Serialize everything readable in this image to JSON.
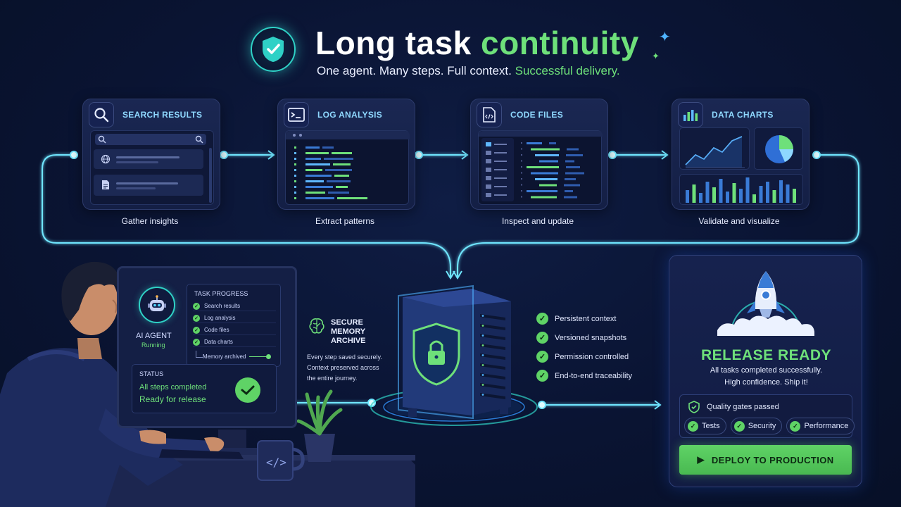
{
  "header": {
    "title_part1": "Long task",
    "title_part2": "continuity",
    "subtitle_part1": "One agent. Many steps. Full context.",
    "subtitle_part2": "Successful delivery."
  },
  "steps": [
    {
      "title": "SEARCH RESULTS",
      "caption": "Gather insights",
      "icon": "search-icon"
    },
    {
      "title": "LOG ANALYSIS",
      "caption": "Extract patterns",
      "icon": "terminal-icon"
    },
    {
      "title": "CODE FILES",
      "caption": "Inspect and update",
      "icon": "code-file-icon"
    },
    {
      "title": "DATA CHARTS",
      "caption": "Validate and visualize",
      "icon": "bar-chart-icon"
    }
  ],
  "agent": {
    "name": "AI AGENT",
    "state": "Running",
    "progress_title": "TASK PROGRESS",
    "progress_items": [
      "Search results",
      "Log analysis",
      "Code files",
      "Data charts"
    ],
    "archived_label": "Memory archived",
    "status_label": "STATUS",
    "status_line1": "All steps completed",
    "status_line2": "Ready for release"
  },
  "archive": {
    "title_line1": "SECURE",
    "title_line2": "MEMORY",
    "title_line3": "ARCHIVE",
    "desc_line1": "Every step saved securely.",
    "desc_line2": "Context preserved across",
    "desc_line3": "the entire journey."
  },
  "features": [
    "Persistent context",
    "Versioned snapshots",
    "Permission controlled",
    "End-to-end traceability"
  ],
  "release": {
    "title": "RELEASE READY",
    "line1": "All tasks completed successfully.",
    "line2": "High confidence. Ship it!",
    "gates_label": "Quality gates passed",
    "gates": [
      "Tests",
      "Security",
      "Performance"
    ],
    "deploy_label": "DEPLOY TO PRODUCTION"
  },
  "colors": {
    "accent_green": "#6ee07a",
    "accent_cyan": "#2fd1c6",
    "accent_blue": "#4fb3ff",
    "background": "#0a1433"
  }
}
